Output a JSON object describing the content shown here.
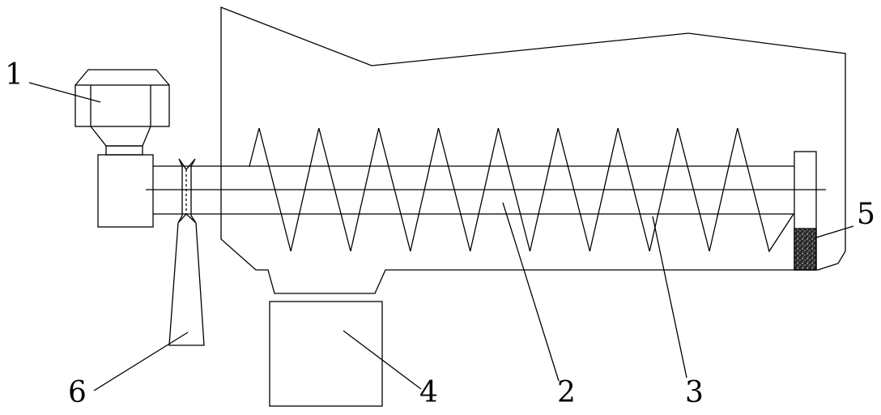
{
  "labels": {
    "motor": "1",
    "screw_shaft": "2",
    "spiral_blade": "3",
    "collection_box": "4",
    "filter_block": "5",
    "support_stand": "6"
  },
  "colors": {
    "line": "#000000",
    "background": "#ffffff",
    "filter_fill": "#2a2a2a"
  },
  "screw": {
    "blade_turns": 9
  }
}
